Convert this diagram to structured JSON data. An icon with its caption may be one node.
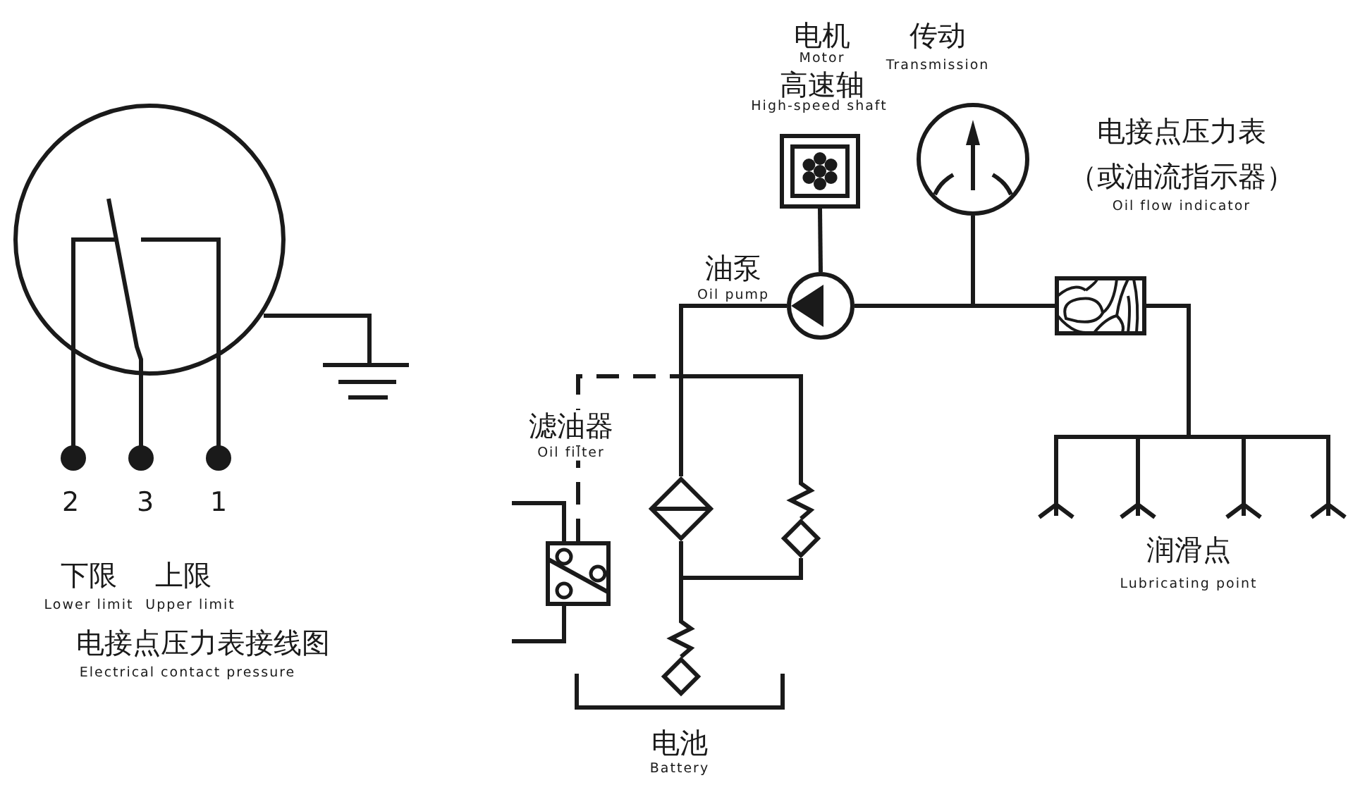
{
  "diagram": {
    "nodes": [
      {
        "text": [
          "电机",
          "Motor",
          "高速轴",
          "High-speed shaft"
        ]
      },
      {
        "text": [],
        "shape": "circle"
      },
      {
        "text": [
          "油泵",
          "Oil pump"
        ]
      },
      {
        "text": [],
        "shape": "box"
      },
      {
        "text": [],
        "shape": "box"
      },
      {
        "text": [],
        "shape": "diamond"
      },
      {
        "text": [],
        "shape": "diamond"
      },
      {
        "text": [],
        "shape": "nozzle"
      },
      {
        "text": [],
        "shape": "nozzle"
      },
      {
        "text": [],
        "shape": "nozzle"
      },
      {
        "text": [],
        "shape": "nozzle"
      },
      {
        "text": [],
        "shape": "diamond"
      },
      {
        "text": [
          "电池",
          "Battery"
        ]
      }
    ],
    "edges": [
      {
        "from": 0,
        "to": 2,
        "arrow": "none"
      },
      {
        "from": 2,
        "to": 1,
        "arrow": "none"
      },
      {
        "from": 2,
        "to": 3,
        "arrow": "none"
      },
      {
        "from": 3,
        "to": 7,
        "arrow": "none"
      },
      {
        "from": 3,
        "to": 8,
        "arrow": "none"
      },
      {
        "from": 3,
        "to": 9,
        "arrow": "none"
      },
      {
        "from": 3,
        "to": 10,
        "arrow": "none"
      },
      {
        "from": 2,
        "to": 5,
        "arrow": "none"
      },
      {
        "from": 2,
        "to": 6,
        "arrow": "none"
      },
      {
        "from": 5,
        "to": 11,
        "arrow": "none"
      },
      {
        "from": 6,
        "to": 11,
        "arrow": "none"
      },
      {
        "from": 4,
        "to": 2,
        "arrow": "none",
        "style": "dashed"
      },
      {
        "from": null,
        "to": 4,
        "arrow": "none"
      },
      {
        "from": 4,
        "to": null,
        "arrow": "none"
      }
    ],
    "labels": [
      "传动",
      "Transmission",
      "电接点压力表（或油流指示器）",
      "Oil flow indicator",
      "滤油器",
      "Oil filter",
      "2",
      "3",
      "1",
      "下限",
      "上限",
      "Lower limit",
      "Upper limit",
      "电接点压力表接线图",
      "Electrical contact pressure",
      "润滑点",
      "Lubricating point"
    ]
  }
}
